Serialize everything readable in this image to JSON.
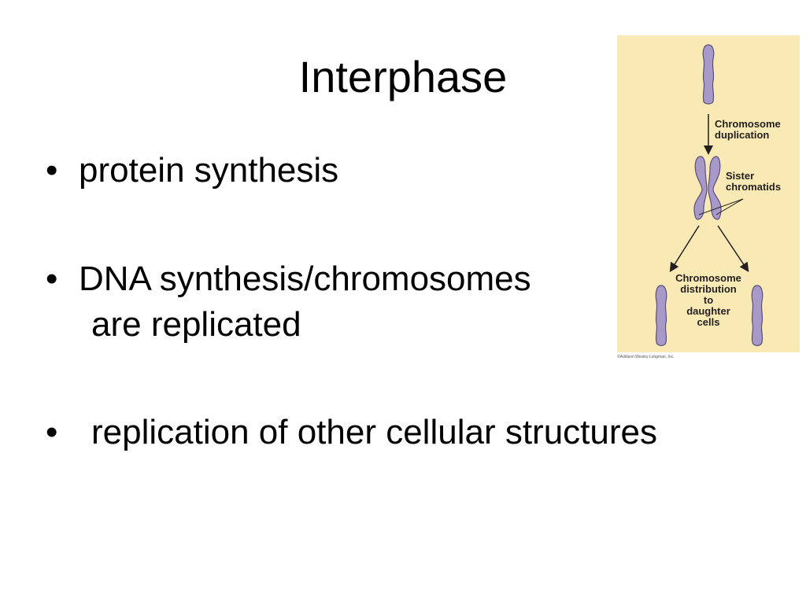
{
  "slide": {
    "title": "Interphase",
    "bullets": [
      {
        "marker": "•",
        "lines": [
          "protein synthesis"
        ]
      },
      {
        "marker": "•",
        "lines": [
          "DNA synthesis/chromosomes",
          "are replicated"
        ]
      },
      {
        "marker": "•",
        "lines": [
          "replication of other cellular structures"
        ]
      }
    ]
  },
  "figure": {
    "background_color": "#f8e9b5",
    "chromosome_color": "#a89ac8",
    "labels": {
      "duplication": "Chromosome\nduplication",
      "sister": "Sister\nchromatids",
      "distribution": "Chromosome\ndistribution\nto\ndaughter\ncells"
    },
    "credit": "©Addison Wesley Longman, Inc."
  }
}
